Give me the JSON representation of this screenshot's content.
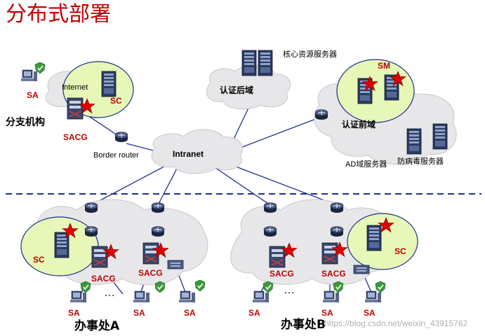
{
  "title": "分布式部署",
  "sections": {
    "branch": "分支机构",
    "office_a": "办事处A",
    "office_b": "办事处B"
  },
  "branch": {
    "internet": "Internet",
    "sa": "SA",
    "sc": "SC",
    "sacg": "SACG",
    "border_router": "Border router"
  },
  "intranet": "Intranet",
  "core": {
    "label": "核心资源服务器",
    "zone": "认证后域"
  },
  "hq": {
    "sm": "SM",
    "pre_zone": "认证前域",
    "ad": "AD域服务器",
    "av": "防病毒服务器"
  },
  "office_a": {
    "sc": "SC",
    "sacg_left": "SACG",
    "sacg_right": "SACG",
    "sa_1": "SA",
    "sa_2": "SA",
    "sa_3": "SA",
    "ellipsis": "…"
  },
  "office_b": {
    "sc": "SC",
    "sacg_left": "SACG",
    "sacg_right": "SACG",
    "sa_1": "SA",
    "sa_2": "SA",
    "sa_3": "SA",
    "ellipsis": "…"
  },
  "watermark": "https://blog.csdn.net/weixin_43915762",
  "colors": {
    "title": "#c00000",
    "link": "#1f2f8f",
    "green_zone": "#e6f7b8",
    "cloud": "#e7e7e9",
    "star": "#e00000"
  },
  "icons": [
    "router-icon",
    "server-icon",
    "firewall-icon",
    "switch-icon",
    "pc-icon",
    "shield-icon",
    "star-icon",
    "cloud-icon"
  ]
}
